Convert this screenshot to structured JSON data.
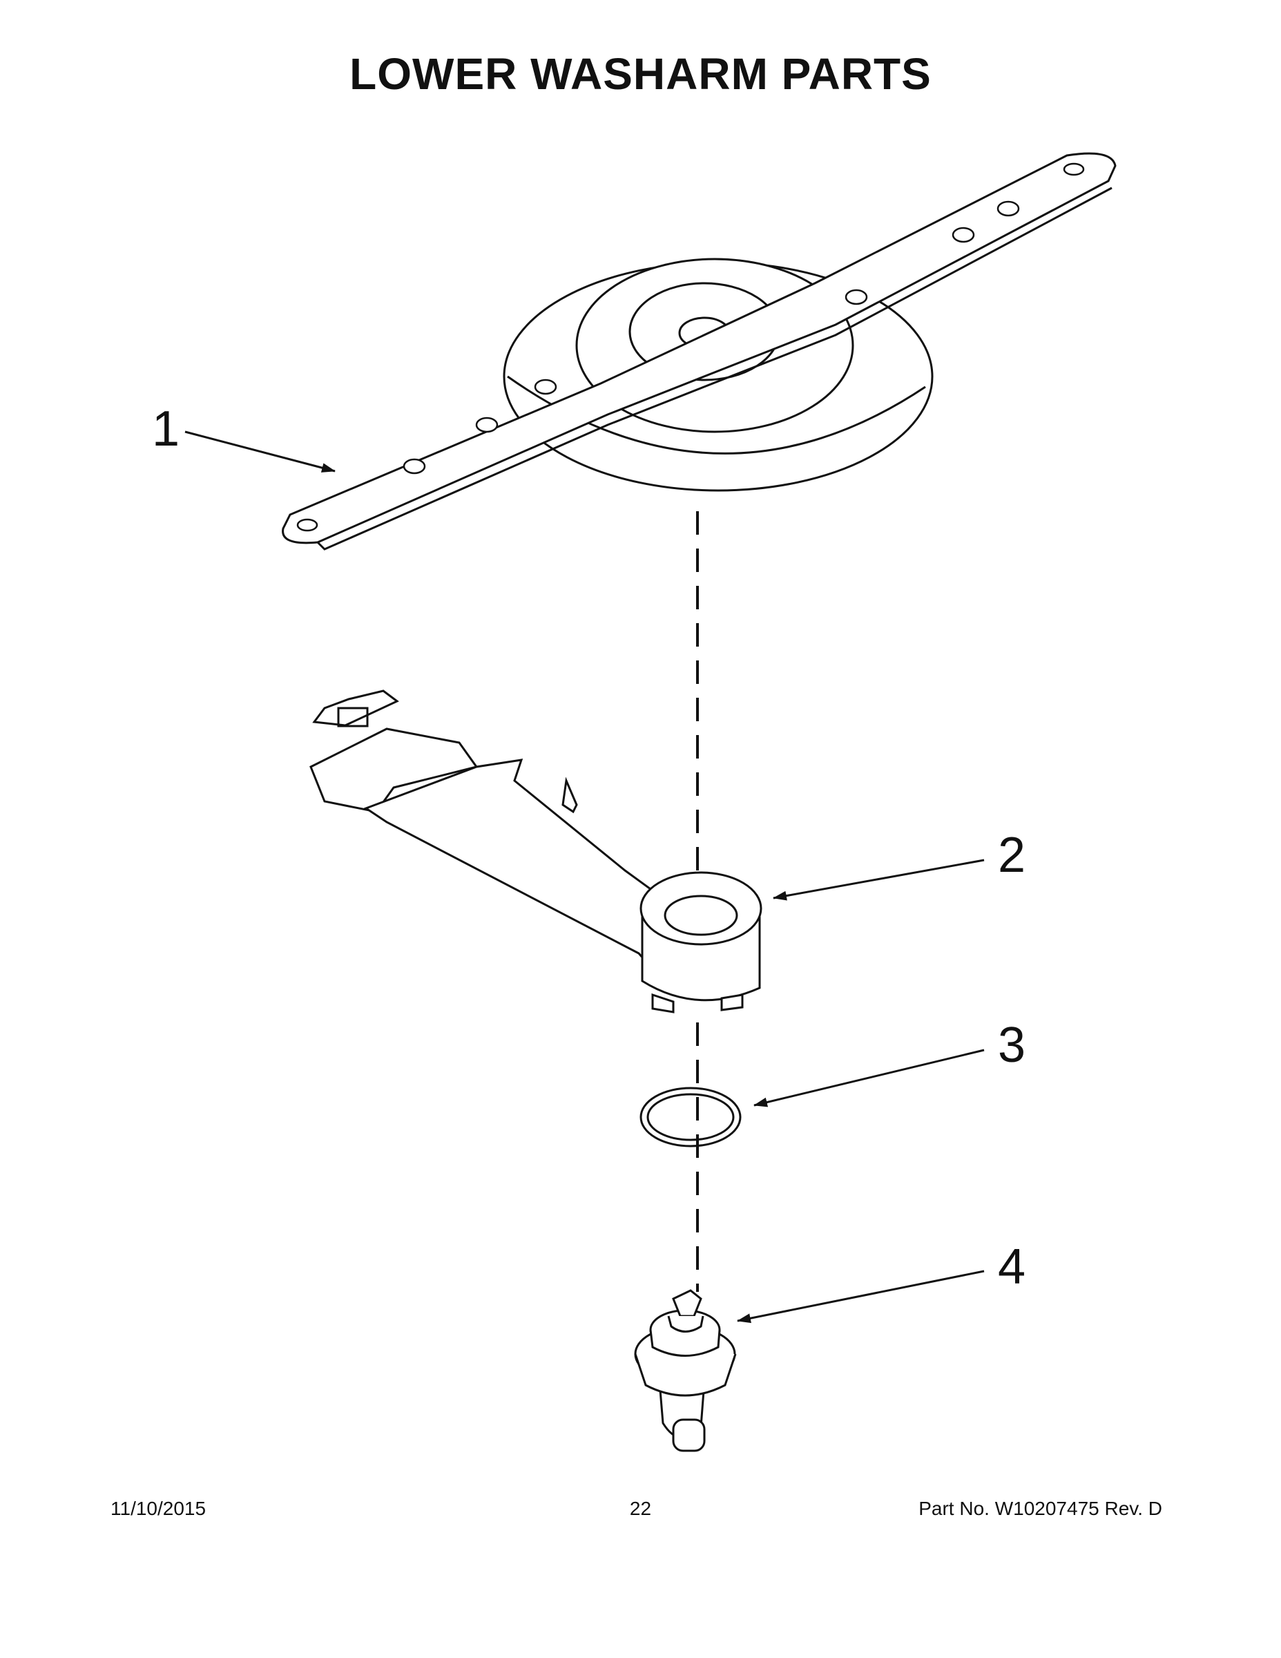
{
  "title": "LOWER WASHARM PARTS",
  "callouts": [
    "1",
    "2",
    "3",
    "4"
  ],
  "parts": {
    "p1": "lower-washarm",
    "p2": "washarm-manifold",
    "p3": "o-ring",
    "p4": "washarm-mount"
  },
  "footer": {
    "date": "11/10/2015",
    "page": "22",
    "part": "Part No.  W10207475   Rev.  D"
  }
}
